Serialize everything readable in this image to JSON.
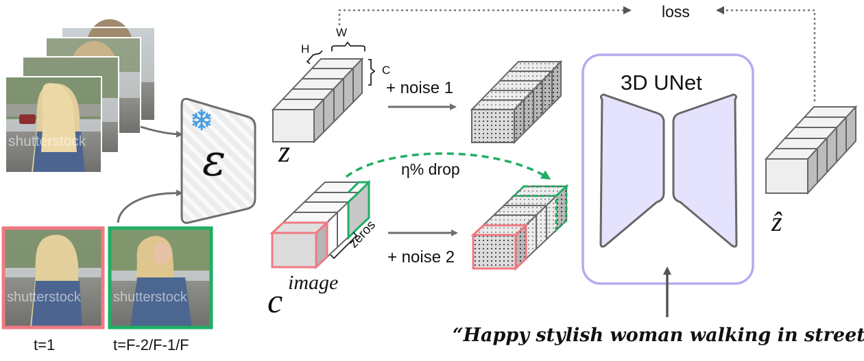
{
  "labels": {
    "loss": "loss",
    "w": "W",
    "h": "H",
    "c": "C",
    "noise1": "+ noise 1",
    "noise2": "+ noise 2",
    "drop": "η%  drop",
    "zeros": "zeros",
    "z": "z",
    "c_image_base": "c",
    "c_image_sup": "image",
    "z_hat": "ẑ",
    "encoder": "ε",
    "unet": "3D UNet",
    "prompt": "“Happy stylish woman walking in street.”",
    "t_first": "t=1",
    "t_last": "t=F-2/F-1/F",
    "watermark": "shutterstock"
  },
  "colors": {
    "accent_pink": "#f07a82",
    "accent_green": "#1fae63",
    "unet_border": "#b3acf0",
    "unet_fill": "#e5e2fd",
    "arrow_gray": "#6e6e6e",
    "snowflake": "#4b9de2",
    "block_gray": "#c8c8c8"
  },
  "icons": {
    "snowflake": "snowflake-icon"
  }
}
